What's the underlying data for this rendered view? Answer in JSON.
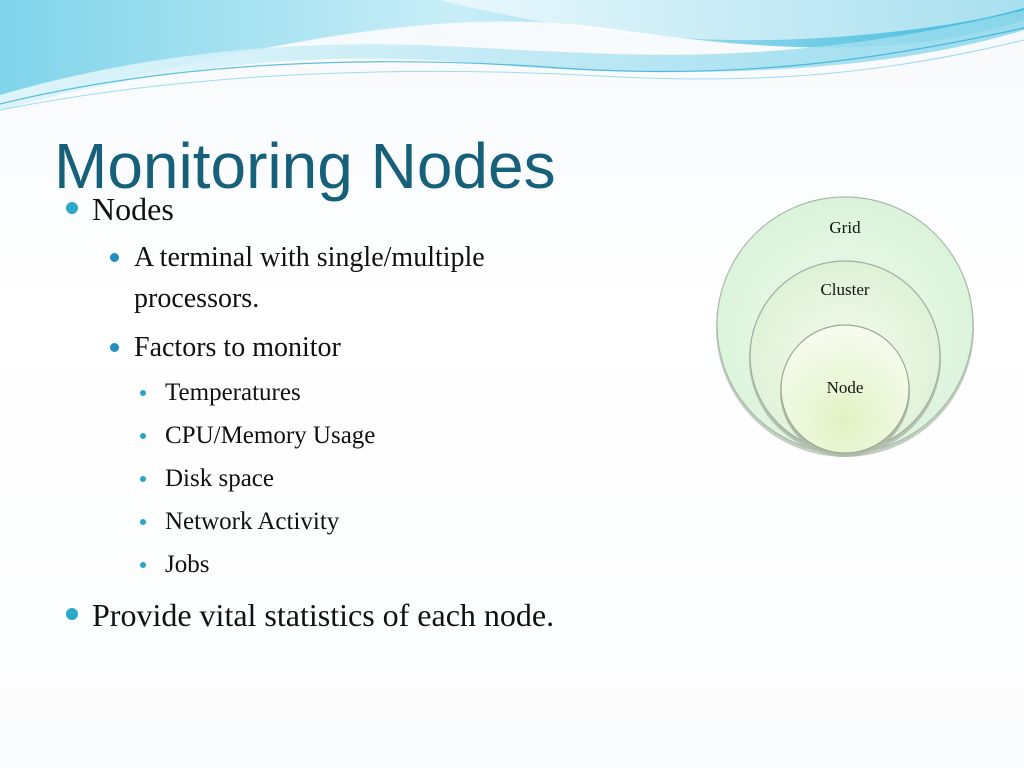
{
  "slide": {
    "title": "Monitoring Nodes",
    "bullets": {
      "nodes": "Nodes",
      "terminal_line1": "A  terminal with single/multiple",
      "terminal_line2": "processors.",
      "factors": "Factors to monitor",
      "factor_items": [
        "Temperatures",
        "CPU/Memory Usage",
        "Disk space",
        "Network Activity",
        "Jobs"
      ],
      "vital": "Provide vital statistics of each node."
    }
  },
  "diagram": {
    "outer_label": "Grid",
    "middle_label": "Cluster",
    "inner_label": "Node"
  },
  "colors": {
    "title": "#17607a",
    "bullet": "#29a8c8",
    "wave_dark": "#2fb3d6",
    "wave_light": "#bfe9f4"
  }
}
